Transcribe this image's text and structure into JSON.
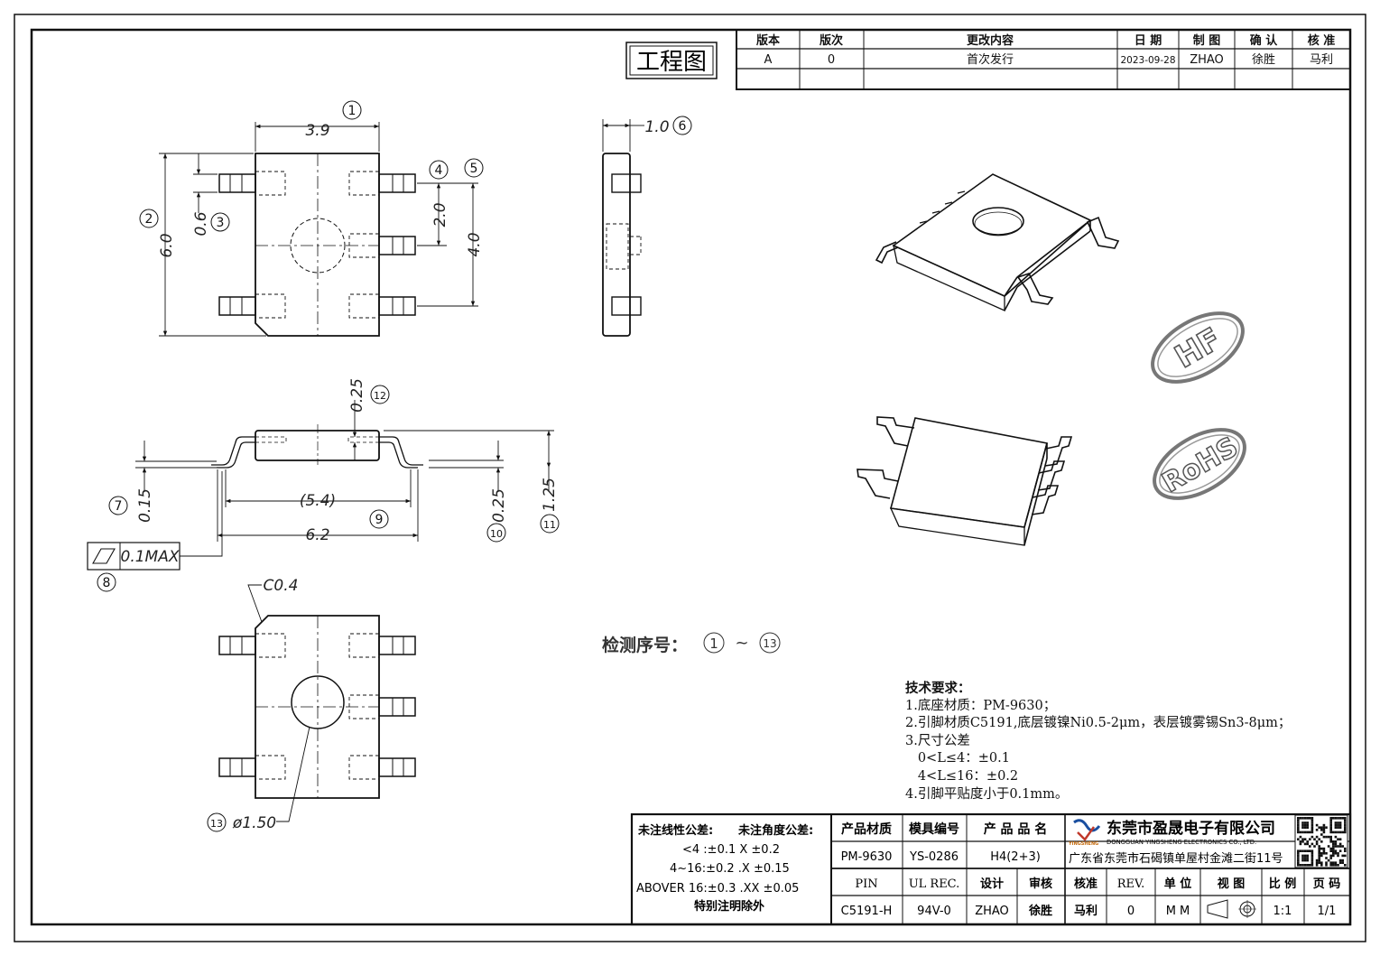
{
  "stamp": "工程图",
  "revision_table": {
    "headers": [
      "版本",
      "版次",
      "更改内容",
      "日 期",
      "制 图",
      "确 认",
      "核 准"
    ],
    "rows": [
      [
        "A",
        "0",
        "首次发行",
        "2023-09-28",
        "ZHAO",
        "徐胜",
        "马利"
      ]
    ]
  },
  "dimensions": {
    "d1": "3.9",
    "d2": "6.0",
    "d3": "0.6",
    "d4_5_pitch": "2.0",
    "d5": "4.0",
    "d6": "1.0",
    "d12": "0.25",
    "d7": "0.15",
    "d9": "(5.4)",
    "d_total": "6.2",
    "d10": "0.25",
    "d11": "1.25",
    "flatness": "0.1MAX",
    "chamfer": "C0.4",
    "hole": "ø1.50"
  },
  "balloons": [
    "1",
    "2",
    "3",
    "4",
    "5",
    "6",
    "7",
    "8",
    "9",
    "10",
    "11",
    "12",
    "13"
  ],
  "marks": {
    "hf": "HF",
    "rohs": "RoHS"
  },
  "inspection": {
    "label": "检测序号：",
    "from": "1",
    "sep": "~",
    "to": "13"
  },
  "tech_requirements": {
    "title": "技术要求：",
    "lines": [
      "1.底座材质：PM-9630；",
      "2.引脚材质C5191,底层镀镍Ni0.5-2μm，表层镀雾锡Sn3-8μm；",
      "3.尺寸公差",
      "   0<L≤4：±0.1",
      "   4<L≤16：±0.2",
      "4.引脚平贴度小于0.1mm。"
    ]
  },
  "tolerance_block": {
    "title_linear": "未注线性公差:",
    "title_angle": "未注角度公差:",
    "lines": [
      "<4 :±0.1  X ±0.2",
      "4~16:±0.2  .X ±0.15",
      "ABOVER 16:±0.3  .XX ±0.05",
      "特别注明除外"
    ]
  },
  "title_block": {
    "row1_headers": [
      "产品材质",
      "模具编号",
      "产 品 品 名"
    ],
    "row1_values": [
      "PM-9630",
      "YS-0286",
      "H4(2+3)"
    ],
    "row2_headers": [
      "PIN",
      "UL REC.",
      "设计",
      "审核",
      "核准",
      "REV.",
      "单 位",
      "视 图",
      "比 例",
      "页 码"
    ],
    "row2_values": [
      "C5191-H",
      "94V-0",
      "ZHAO",
      "徐胜",
      "马利",
      "0",
      "M M",
      "",
      "1:1",
      "1/1"
    ],
    "company_cn": "东莞市盈晟电子有限公司",
    "company_en": "DONGGUAN YINGSHENG ELECTRONICS CO., LTD.",
    "logo_text": "YINGSHENG",
    "address": "广东省东莞市石碣镇单屋村金滩二街11号"
  }
}
